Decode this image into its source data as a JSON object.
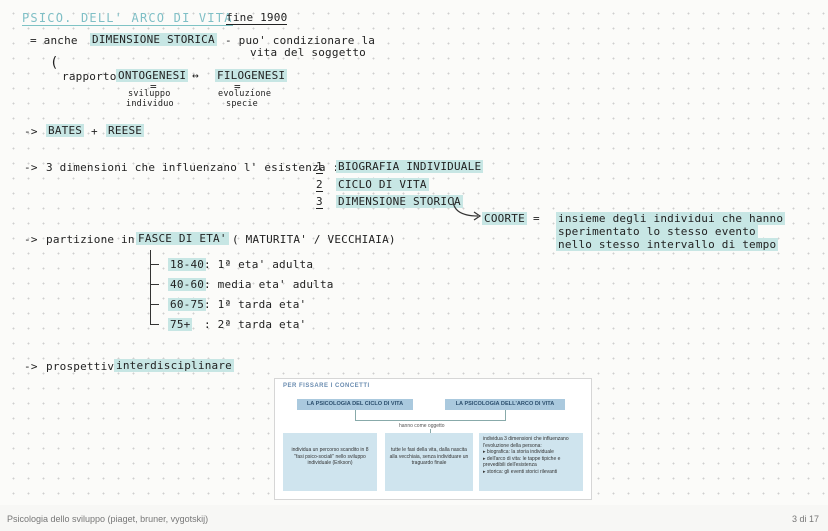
{
  "notes": {
    "title": "PSICO. DELL' ARCO DI VITA",
    "title_date": "fine 1900",
    "line1_prefix": "= anche",
    "line1_highlight": "DIMENSIONE STORICA",
    "line1_suffix": "- puo' condizionare la",
    "line1_cont": "vita del soggetto",
    "rapporto": "rapporto",
    "ontogenesi": "ONTOGENESI",
    "arrow_both": "↔",
    "filogenesi": "FILOGENESI",
    "onto_eq": "=",
    "onto_sub1": "sviluppo",
    "onto_sub2": "individuo",
    "filo_eq": "=",
    "filo_sub1": "evoluzione",
    "filo_sub2": "specie",
    "arrow1": "->",
    "bates": "BATES",
    "plus": "+",
    "reese": "REESE",
    "arrow2": "->",
    "dimensioni_text": "3 dimensioni che influenzano l' esistenza :",
    "dim_items": [
      {
        "num": "1",
        "label": "BIOGRAFIA INDIVIDUALE"
      },
      {
        "num": "2",
        "label": "CICLO DI VITA"
      },
      {
        "num": "3",
        "label": "DIMENSIONE STORICA"
      }
    ],
    "coorte": "COORTE",
    "coorte_eq": "=",
    "coorte_def1": "insieme degli individui che hanno",
    "coorte_def2": "sperimentato lo stesso evento",
    "coorte_def3": "nello stesso intervallo di tempo",
    "arrow3": "->",
    "partizione_prefix": "partizione in",
    "fasce": "FASCE DI ETA'",
    "partizione_suffix": "( MATURITA' / VECCHIAIA)",
    "fasce_items": [
      {
        "range": "18-40",
        "label": ": 1ª eta' adulta"
      },
      {
        "range": "40-60",
        "label": ": media eta' adulta"
      },
      {
        "range": "60-75",
        "label": ": 1ª tarda eta'"
      },
      {
        "range": "75+",
        "label": ": 2ª tarda eta'"
      }
    ],
    "arrow4": "->",
    "prospettiva_prefix": "prospettiva",
    "prospettiva_hl": "interdisciplinare"
  },
  "figure": {
    "header": "PER FISSARE I CONCETTI",
    "left_title": "LA PSICOLOGIA DEL CICLO DI VITA",
    "right_title": "LA PSICOLOGIA DELL'ARCO DI VITA",
    "middle_label": "hanno come oggetto",
    "col1": "individua un percorso scandito in 8 \"fasi psico-sociali\" nello sviluppo individuale (Erikson)",
    "col2": "tutte le fasi della vita, dalla nascita alla vecchiaia, senza individuare un traguardo finale",
    "col3_intro": "individua 3 dimensioni che influenzano l'evoluzione della persona:",
    "col3_b1": "▸ biografica: la storia individuale",
    "col3_b2": "▸ dell'arco di vita: le tappe tipiche e prevedibili dell'esistenza",
    "col3_b3": "▸ storica: gli eventi storici rilevanti"
  },
  "footer": {
    "document_title": "Psicologia dello sviluppo (piaget, bruner, vygotskij)",
    "page_indicator": "3 di 17"
  },
  "colors": {
    "highlight": "#c7e6e4",
    "title_ink": "#7fbfc6",
    "figure_box": "#aac9de"
  }
}
